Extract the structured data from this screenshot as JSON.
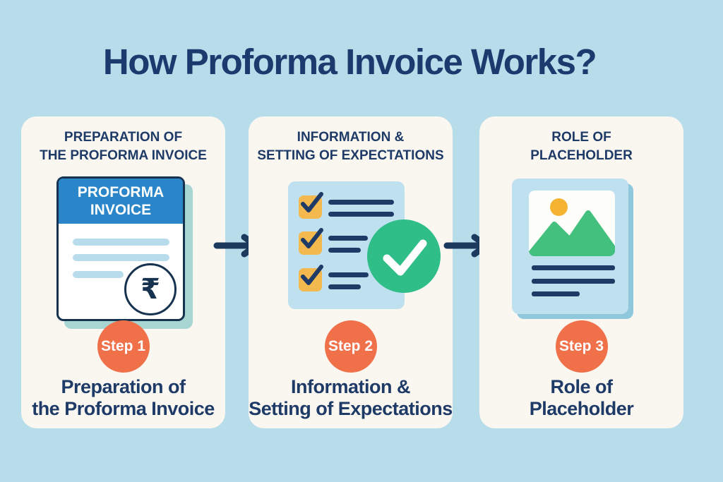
{
  "title": "How Proforma Invoice Works?",
  "steps": [
    {
      "header": "PREPARATION OF\nTHE PROFORMA INVOICE",
      "badge": "Step 1",
      "caption": "Preparation of\nthe Proforma Invoice",
      "icon": "proforma-invoice-document-icon",
      "document": {
        "title": "PROFORMA\nINVOICE",
        "currency_symbol": "₹"
      }
    },
    {
      "header": "INFORMATION &\nSETTING OF EXPECTATIONS",
      "badge": "Step 2",
      "caption": "Information &\nSetting of Expectations",
      "icon": "checklist-with-checkmark-icon"
    },
    {
      "header": "ROLE OF\nPLACEHOLDER",
      "badge": "Step 3",
      "caption": "Role of\nPlaceholder",
      "icon": "image-placeholder-icon"
    }
  ],
  "icons": {
    "arrow_right": "→",
    "checkmark": "✓",
    "rupee": "₹",
    "sun": "sun-circle",
    "mountains": "mountain-peaks"
  },
  "colors": {
    "background": "#b7dcea",
    "card_background": "#faf7f1",
    "navy_text": "#1e3a66",
    "title_navy": "#1d3a6e",
    "step_badge_orange": "#f0704a",
    "document_header_blue": "#2b86c9",
    "document_line_blue": "#b9dcec",
    "document_border_navy": "#16324f",
    "document_shadow_teal": "#a7d6d2",
    "checklist_panel_blue": "#bfe0ef",
    "checkbox_amber": "#f3b84e",
    "check_circle_green": "#2fbe88",
    "placeholder_shadow_blue": "#8fc7dd",
    "sun_yellow": "#f5b332",
    "mountain_green": "#44c07e",
    "arrow_navy": "#1b3a5e"
  }
}
